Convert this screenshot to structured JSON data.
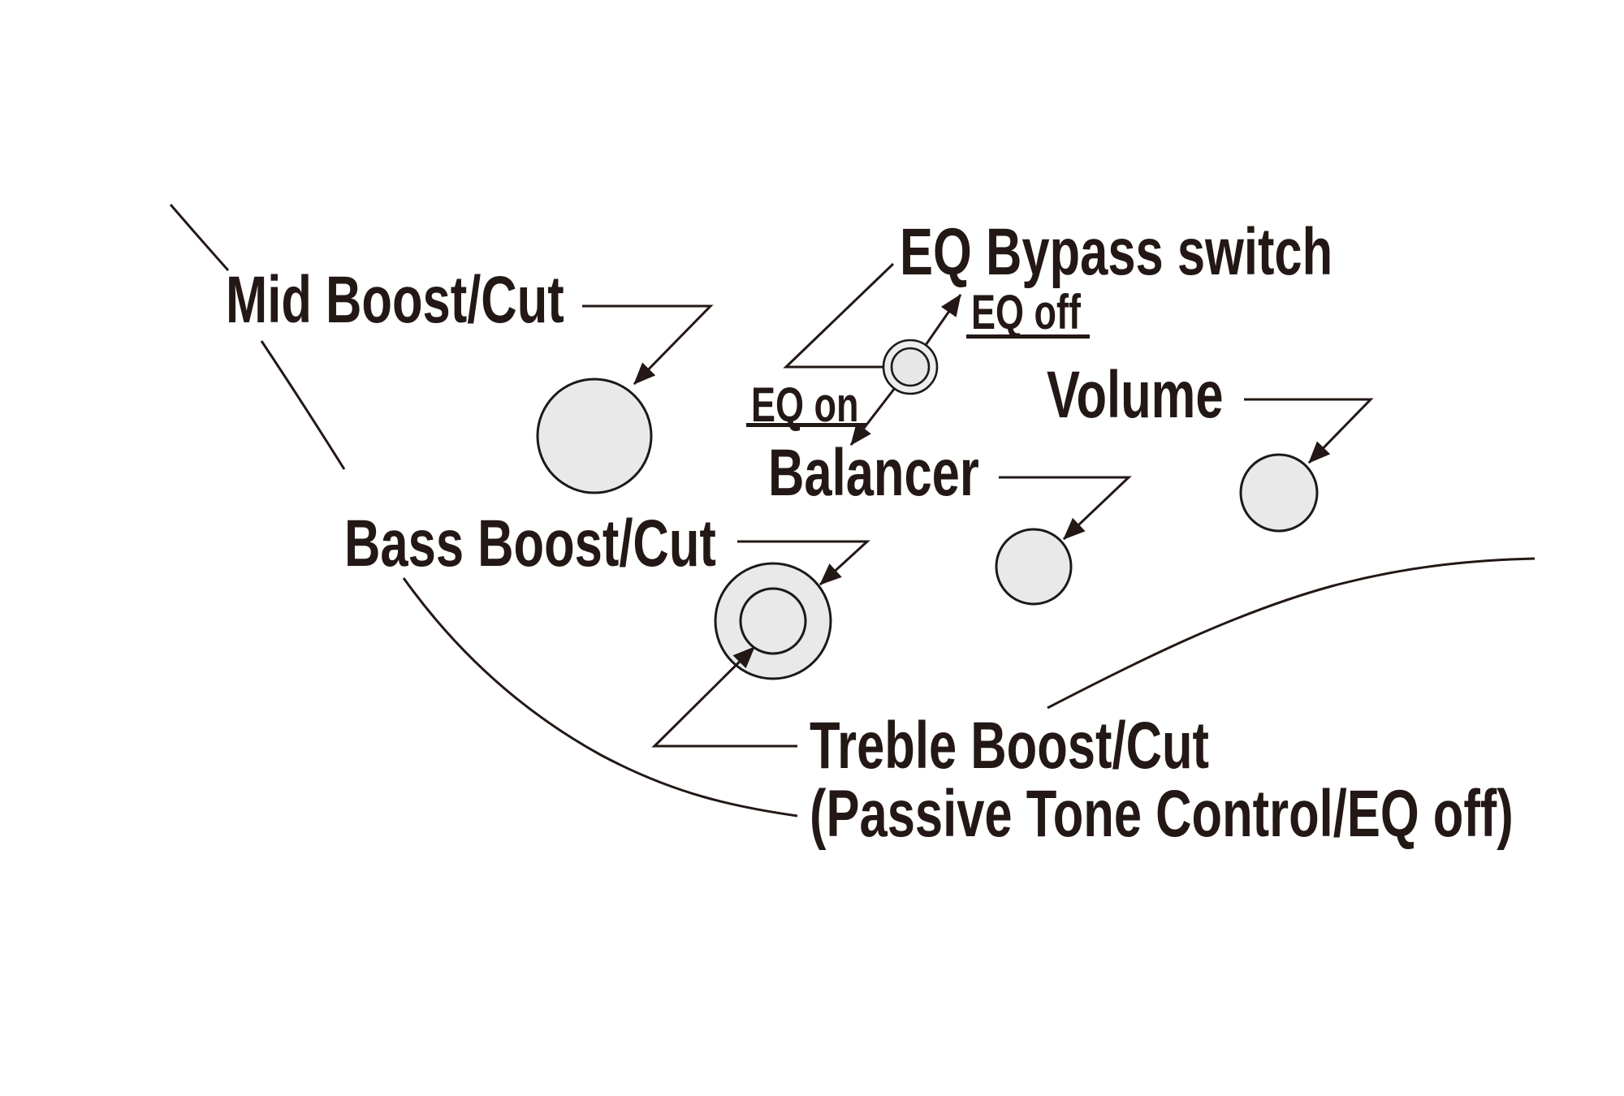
{
  "diagram": {
    "type": "bass-guitar-control-layout-callout-diagram",
    "background_color": "#ffffff",
    "ink_color": "#231815",
    "knob_fill_color": "#e9e9e9",
    "knob_ring_fill_color": "#ededed",
    "knob_stroke_color": "#1a1a1a",
    "labels": {
      "mid": "Mid Boost/Cut",
      "eq_bypass": "EQ Bypass switch",
      "eq_off": "EQ off",
      "eq_on": "EQ on",
      "volume": "Volume",
      "balancer": "Balancer",
      "bass": "Bass Boost/Cut",
      "treble_line1": "Treble Boost/Cut",
      "treble_line2": "(Passive Tone Control/EQ off)"
    },
    "knobs": [
      {
        "id": "mid-boost-cut-knob",
        "style": "single"
      },
      {
        "id": "eq-bypass-switch",
        "style": "push-pull-mini"
      },
      {
        "id": "bass-boost-cut-knob",
        "style": "stacked-outer"
      },
      {
        "id": "treble-boost-cut-knob",
        "style": "stacked-inner"
      },
      {
        "id": "balancer-knob",
        "style": "single"
      },
      {
        "id": "volume-knob",
        "style": "single"
      }
    ]
  }
}
